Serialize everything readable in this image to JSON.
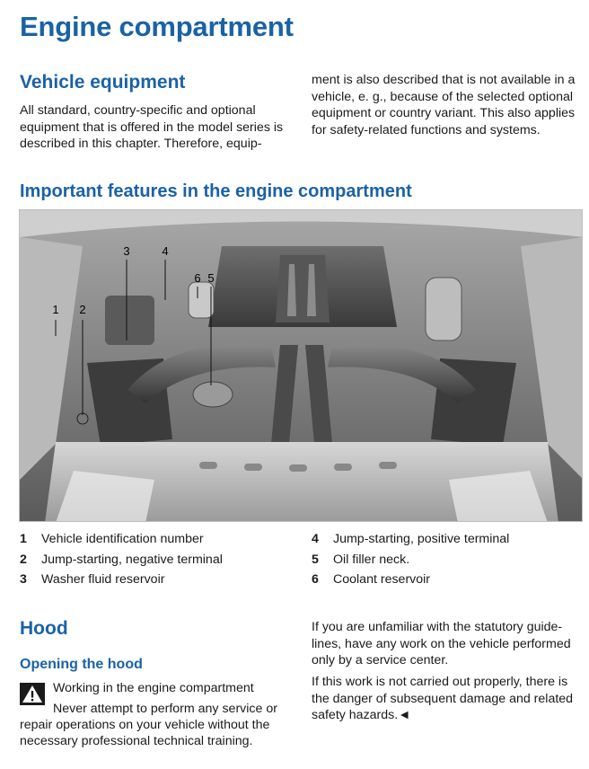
{
  "page_title": "Engine compartment",
  "vehicle_equipment": {
    "heading": "Vehicle equipment",
    "left_text": "All standard, country-specific and optional equipment that is offered in the model series is described in this chapter. Therefore, equip-",
    "right_text": "ment is also described that is not available in a vehicle, e. g., because of the selected optional equipment or country variant. This also applies for safety-related functions and systems."
  },
  "features": {
    "heading": "Important features in the engine compartment",
    "callouts": [
      "1",
      "2",
      "3",
      "4",
      "6",
      "5"
    ],
    "items": [
      {
        "num": "1",
        "label": "Vehicle identification number"
      },
      {
        "num": "2",
        "label": "Jump-starting, negative terminal"
      },
      {
        "num": "3",
        "label": "Washer fluid reservoir"
      },
      {
        "num": "4",
        "label": "Jump-starting, positive terminal"
      },
      {
        "num": "5",
        "label": "Oil filler neck."
      },
      {
        "num": "6",
        "label": "Coolant reservoir"
      }
    ]
  },
  "hood": {
    "heading": "Hood",
    "subheading": "Opening the hood",
    "warning_title": "Working in the engine compartment",
    "warning_line1": "Never attempt to perform any service or",
    "warning_line2": "repair operations on your vehicle without the",
    "warning_line3": "necessary professional technical training.",
    "right_p1": "If you are unfamiliar with the statutory guide-lines, have any work on the vehicle performed only by a service center.",
    "right_p2": "If this work is not carried out properly, there is the danger of subsequent damage and related safety hazards.◄"
  }
}
